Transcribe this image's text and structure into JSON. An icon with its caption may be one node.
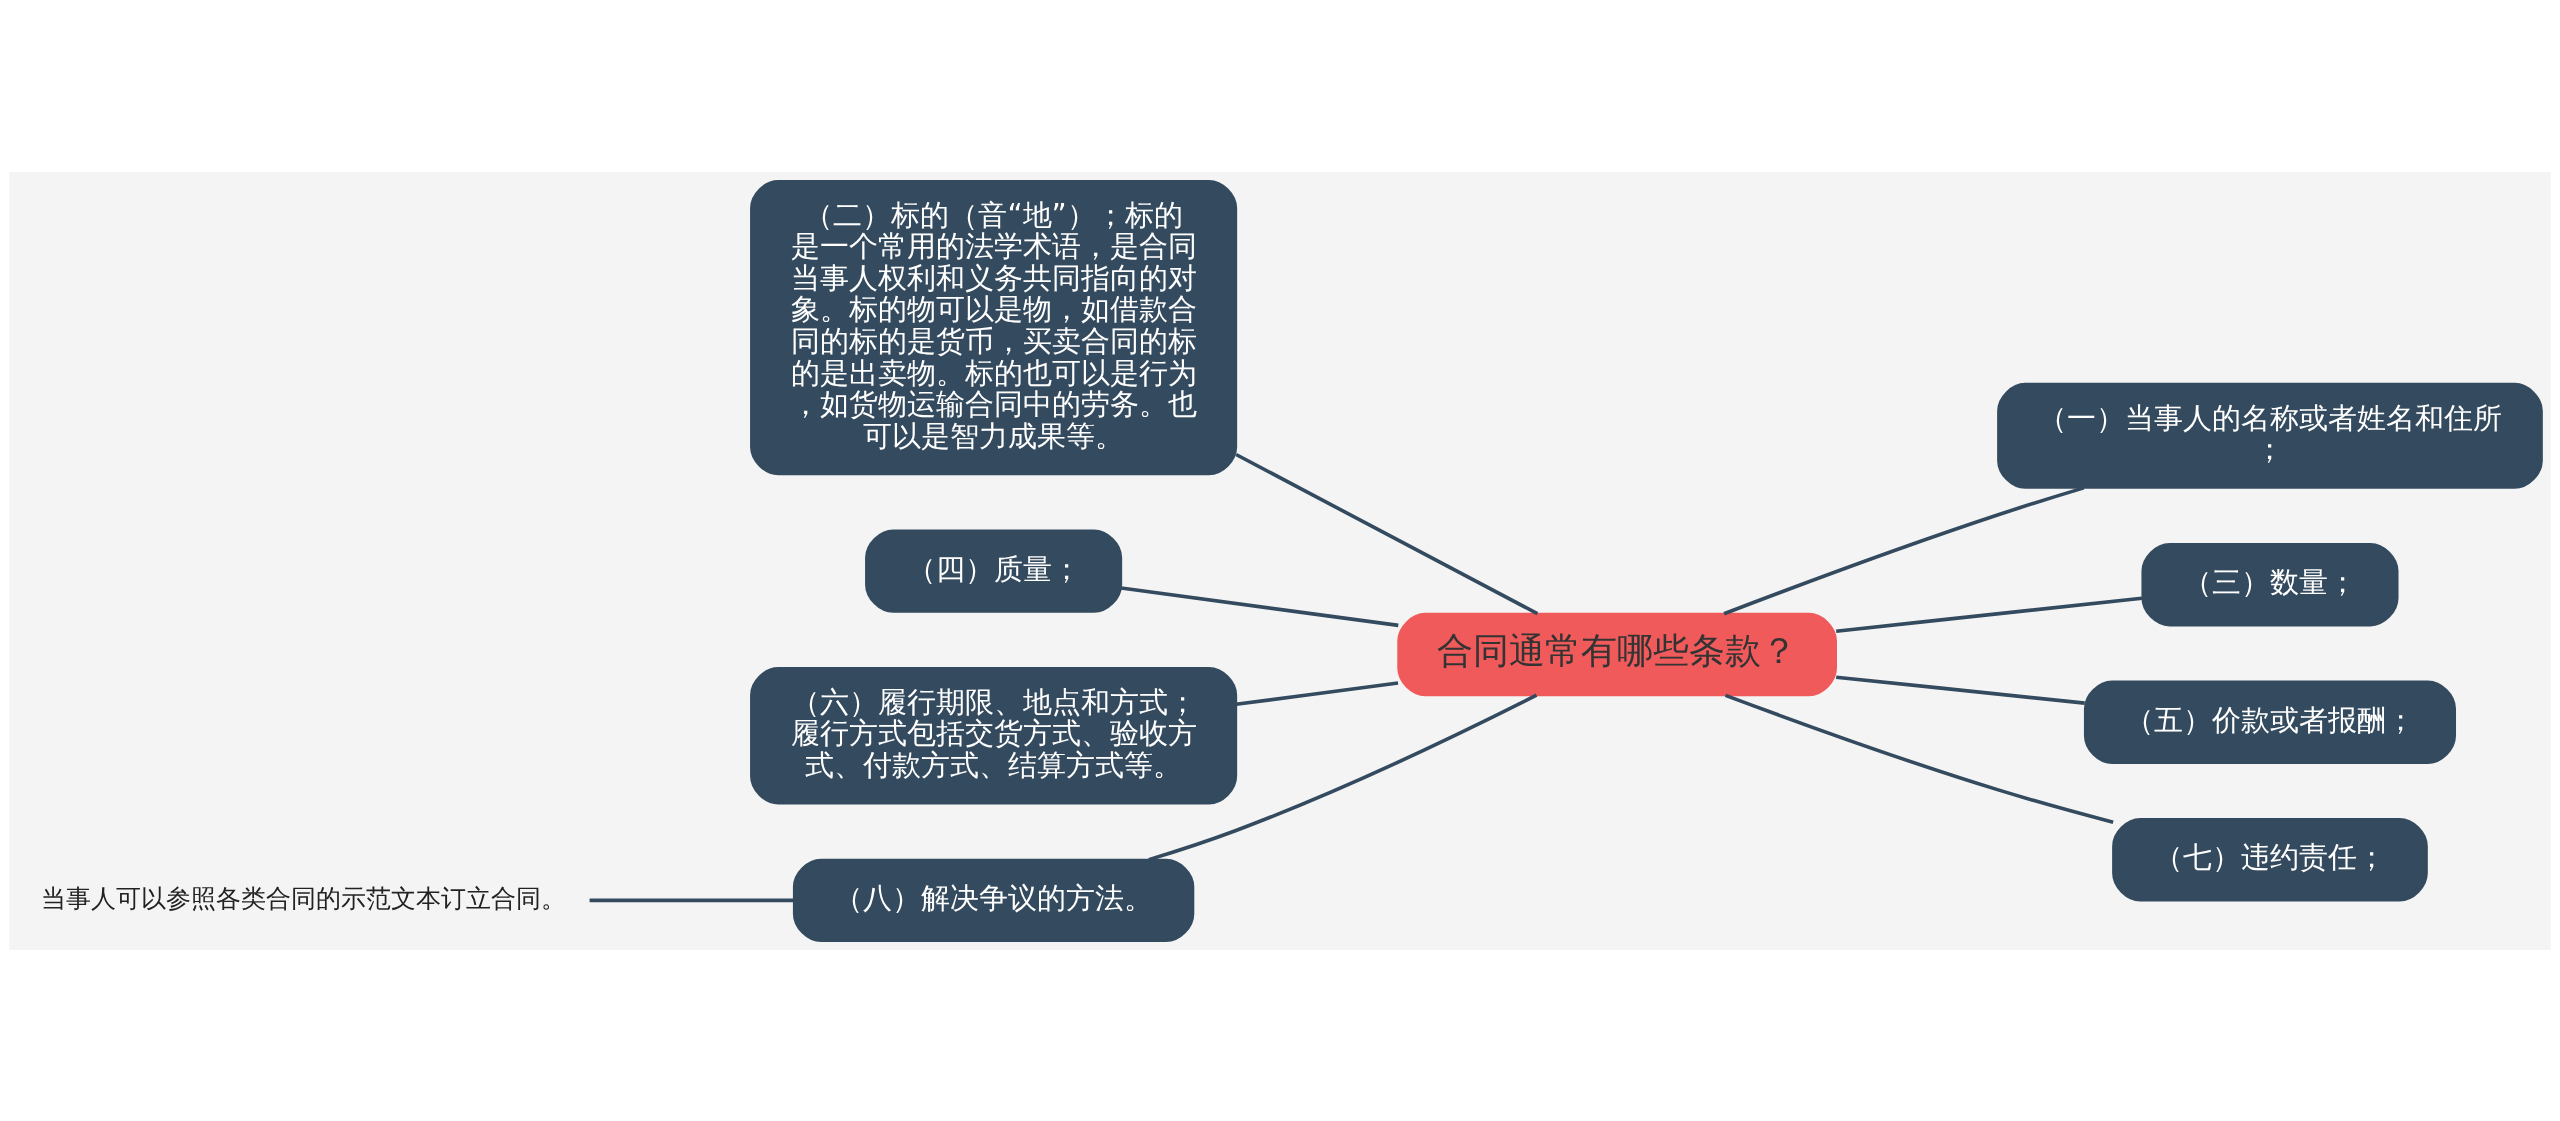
{
  "diagram": {
    "nodes": [
      {
        "text": [
          "合同通常有哪些条款？"
        ]
      },
      {
        "text": [
          "（二）标的（音“地”）；标的是一个常用的法学术语，是合同当事人权利和义务共同指向的对象。标的物可以是物，如借款合同的标的是货币，买卖合同的标的是出卖物。标的也可以是行为，如货物运输合同中的劳务。也可以是智力成果等。"
        ]
      },
      {
        "text": [
          "（四）质量；"
        ]
      },
      {
        "text": [
          "（六）履行期限、地点和方式；履行方式包括交货方式、验收方式、付款方式、结算方式等。"
        ]
      },
      {
        "text": [
          "（八）解决争议的方法。"
        ]
      },
      {
        "text": [
          "当事人可以参照各类合同的示范文本订立合同。"
        ]
      },
      {
        "text": [
          "（一）当事人的名称或者姓名和住所；"
        ]
      },
      {
        "text": [
          "（三）数量；"
        ]
      },
      {
        "text": [
          "（五）价款或者报酬；"
        ]
      },
      {
        "text": [
          "（七）违约责任；"
        ]
      }
    ],
    "edges": [
      {
        "from": 0,
        "to": 1,
        "arrow": "none"
      },
      {
        "from": 0,
        "to": 2,
        "arrow": "none"
      },
      {
        "from": 0,
        "to": 3,
        "arrow": "none"
      },
      {
        "from": 0,
        "to": 4,
        "arrow": "none"
      },
      {
        "from": 4,
        "to": 5,
        "arrow": "none"
      },
      {
        "from": 0,
        "to": 6,
        "arrow": "none"
      },
      {
        "from": 0,
        "to": 7,
        "arrow": "none"
      },
      {
        "from": 0,
        "to": 8,
        "arrow": "none"
      },
      {
        "from": 0,
        "to": 9,
        "arrow": "none"
      }
    ]
  }
}
